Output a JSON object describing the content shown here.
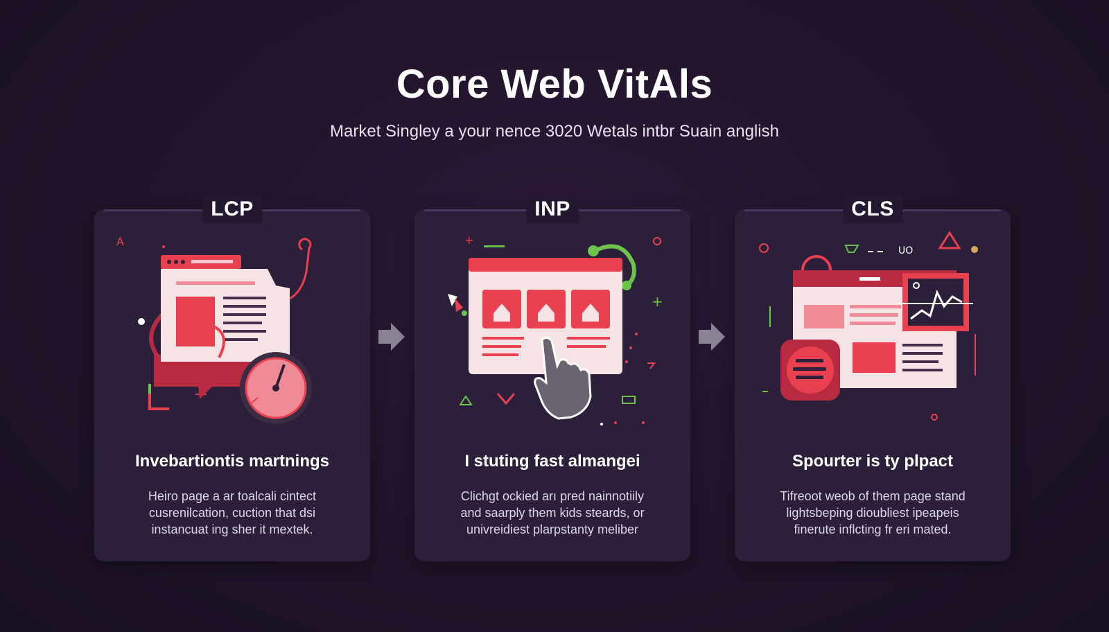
{
  "header": {
    "title": "Core Web VitAls",
    "subtitle": "Market Singley a your nence 3020 Wetals intbr Suain anglish"
  },
  "colors": {
    "background": "#1f1329",
    "card": "#2c1f3a",
    "accent_red": "#e8404f",
    "accent_green": "#6cc24a",
    "arrow": "#8a8394"
  },
  "cards": [
    {
      "label": "LCP",
      "icon": "browser-window-with-gauge-icon",
      "heading": "Invebartiontis martnings",
      "body": [
        "Heiro page a ar toalcali cintect",
        "cusrenilcation, cuction that dsi",
        "instancuat ing sher it mextek."
      ]
    },
    {
      "label": "INP",
      "icon": "browser-window-with-pointer-hand-icon",
      "heading": "I stuting fast almangei",
      "body": [
        "Clichgt ockied arı pred nainnotiily",
        "and saarply them kids steards, or",
        "univreidiest plarpstanty meliber"
      ]
    },
    {
      "label": "CLS",
      "icon": "browser-window-with-shifting-layout-icon",
      "heading": "Spourter is ty plpact",
      "body": [
        "Tifreoot weob of them page stand",
        "lightsbeping dioubliest ipeapeis",
        "finerute inflcting fr eri mated."
      ]
    }
  ]
}
